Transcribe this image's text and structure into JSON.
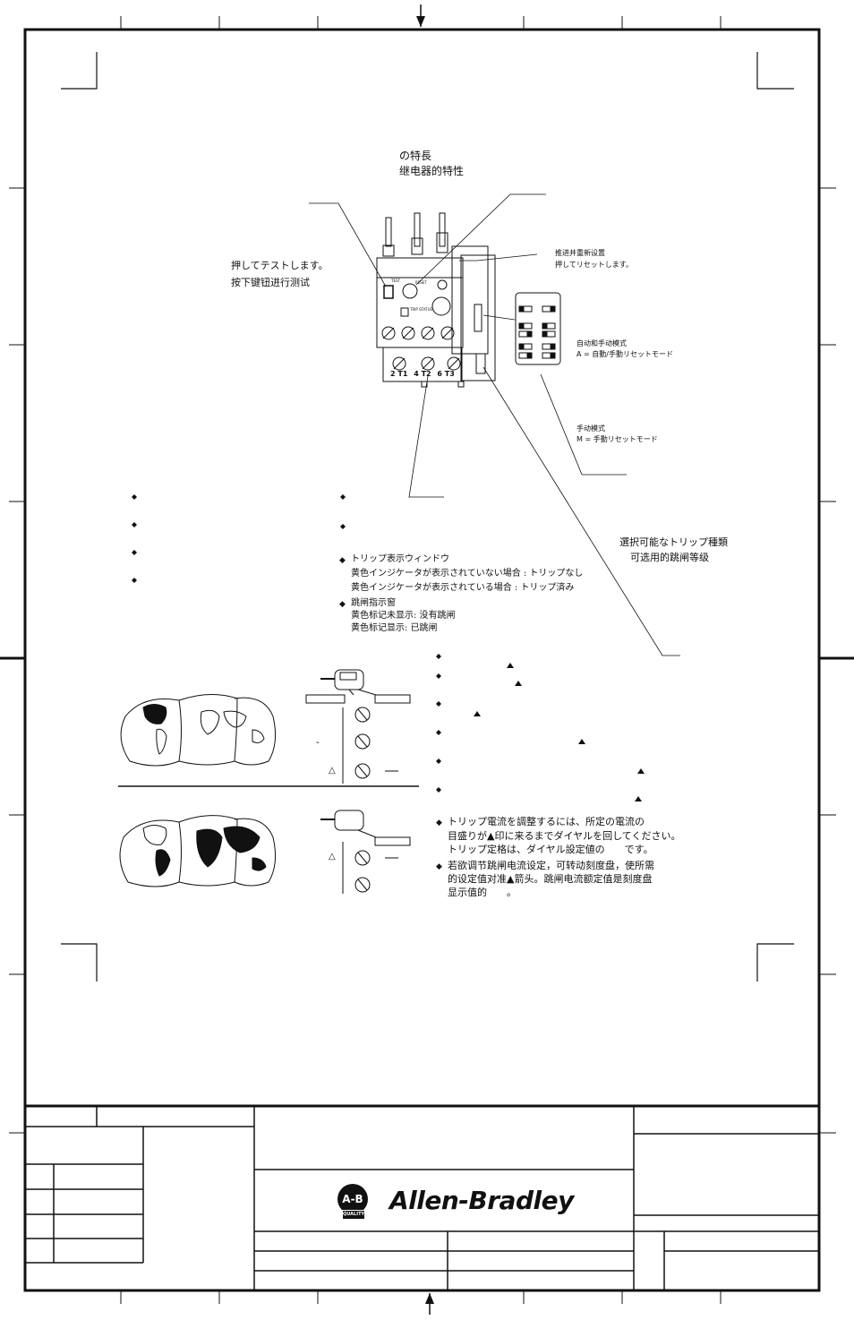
{
  "header": {
    "title_line1": "の特長",
    "title_line2": "继电器的特性"
  },
  "callouts": {
    "test_jp": "押してテストします。",
    "test_cn": "按下键钮进行测试",
    "reset_cn": "推进并重新设置",
    "reset_jp": "押してリセットします。",
    "auto_cn": "自动和手动模式",
    "auto_jp": "A = 自動/手動リセットモード",
    "manual_cn": "手动模式",
    "manual_jp": "M = 手動リセットモード",
    "trip_class_jp": "選択可能なトリップ種類",
    "trip_class_cn": "可选用的跳闸等级"
  },
  "device_labels": {
    "test": "TEST",
    "reset": "RESET",
    "trip_status": "TRIP STATUS",
    "terminals": [
      "2",
      "T1",
      "4",
      "T2",
      "6",
      "T3"
    ]
  },
  "trip_indicator": {
    "bullet": "◆",
    "jp_title": "トリップ表示ウィンドウ",
    "jp_not_tripped": "黄色インジケータが表示されていない場合 : トリップなし",
    "jp_tripped": "黄色インジケータが表示されている場合 : トリップ済み",
    "cn_title": "跳闸指示窗",
    "cn_not_tripped": "黄色标记未显示: 没有跳闸",
    "cn_tripped": "黄色标记显示: 已跳闸"
  },
  "dial_symbols": {
    "triangle": "▲",
    "delta": "△",
    "dash": "-"
  },
  "setting": {
    "jp_line1": "トリップ電流を調整するには、所定の電流の",
    "jp_line2": "目盛りが▲印に来るまでダイヤルを回してください。",
    "jp_line3": "トリップ定格は、ダイヤル設定値の　　です。",
    "cn_line1": "若欲调节跳闸电流设定，可转动刻度盘，使所需",
    "cn_line2": "的设定值对准▲箭头。跳闸电流额定值是刻度盘",
    "cn_line3": "显示值的　　。"
  },
  "title_block": {
    "brand": "Allen-Bradley",
    "badge": "A-B",
    "badge_sub": "QUALITY"
  },
  "colors": {
    "line": "#111111",
    "paper": "#ffffff"
  }
}
